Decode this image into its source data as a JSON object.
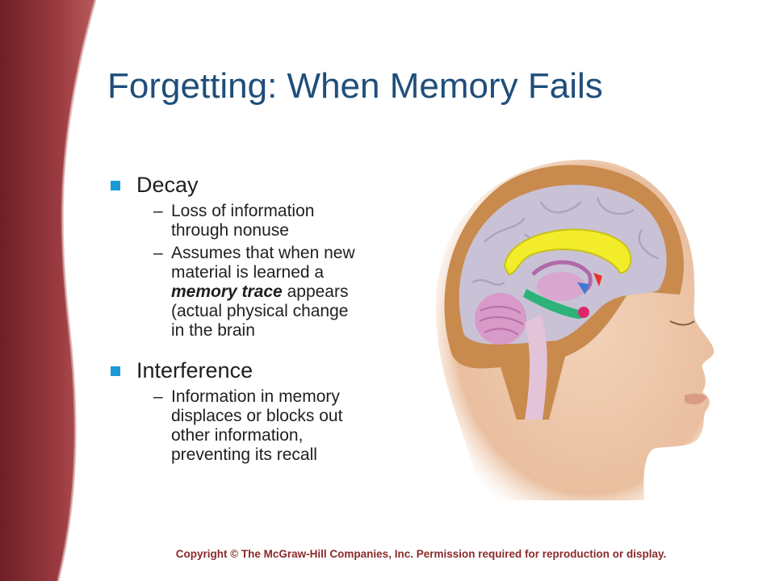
{
  "slide": {
    "title": "Forgetting: When Memory Fails",
    "bullets": [
      {
        "label": "Decay",
        "subitems": [
          {
            "dash": "–",
            "lines": [
              "Loss of information",
              "through nonuse"
            ]
          },
          {
            "dash": "–",
            "lines": [
              "Assumes that when new",
              "material is learned a"
            ],
            "emphasis": "memory trace",
            "after_emphasis": " appears",
            "more_lines": [
              "(actual physical change",
              "in the brain"
            ]
          }
        ]
      },
      {
        "label": "Interference",
        "subitems": [
          {
            "dash": "–",
            "lines": [
              "Information in memory",
              "displaces or blocks out",
              "other information,",
              "preventing its recall"
            ]
          }
        ]
      }
    ],
    "copyright": "Copyright © The McGraw-Hill Companies, Inc. Permission required for reproduction or display."
  },
  "colors": {
    "title": "#1f4e7a",
    "bullet_marker": "#1a9bd6",
    "band": "#8b2e35",
    "copyright": "#8a2a2a"
  },
  "illustration": "brain-cross-section-illustration"
}
